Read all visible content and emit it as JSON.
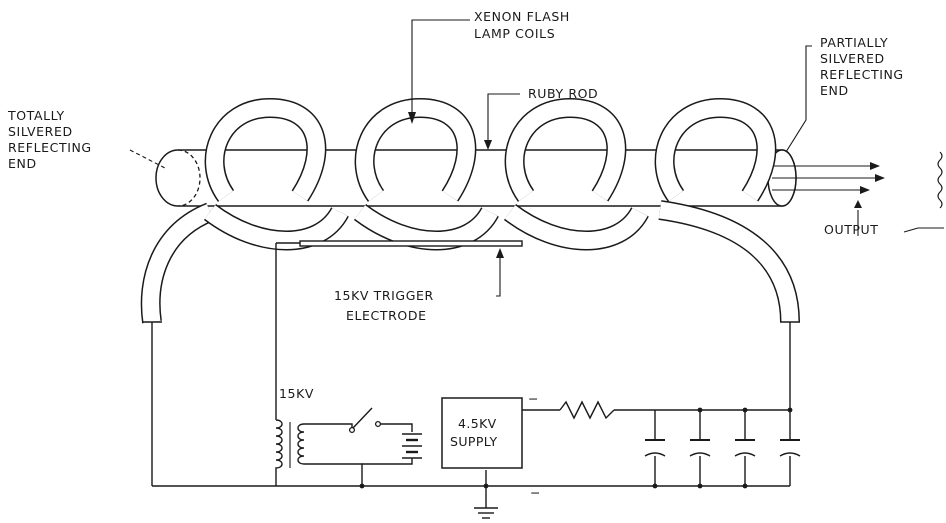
{
  "labels": {
    "lamp_coils": [
      "XENON FLASH",
      "LAMP COILS"
    ],
    "ruby_rod": "RUBY ROD",
    "totally_silvered": [
      "TOTALLY",
      "SILVERED",
      "REFLECTING",
      "END"
    ],
    "partially_silvered": [
      "PARTIALLY",
      "SILVERED",
      "REFLECTING",
      "END"
    ],
    "output": "OUTPUT",
    "trigger": [
      "15KV TRIGGER",
      "ELECTRODE"
    ],
    "transformer_voltage": "15KV",
    "supply": [
      "4.5KV",
      "SUPPLY"
    ],
    "minus_top": "−",
    "minus_bottom": "−"
  }
}
